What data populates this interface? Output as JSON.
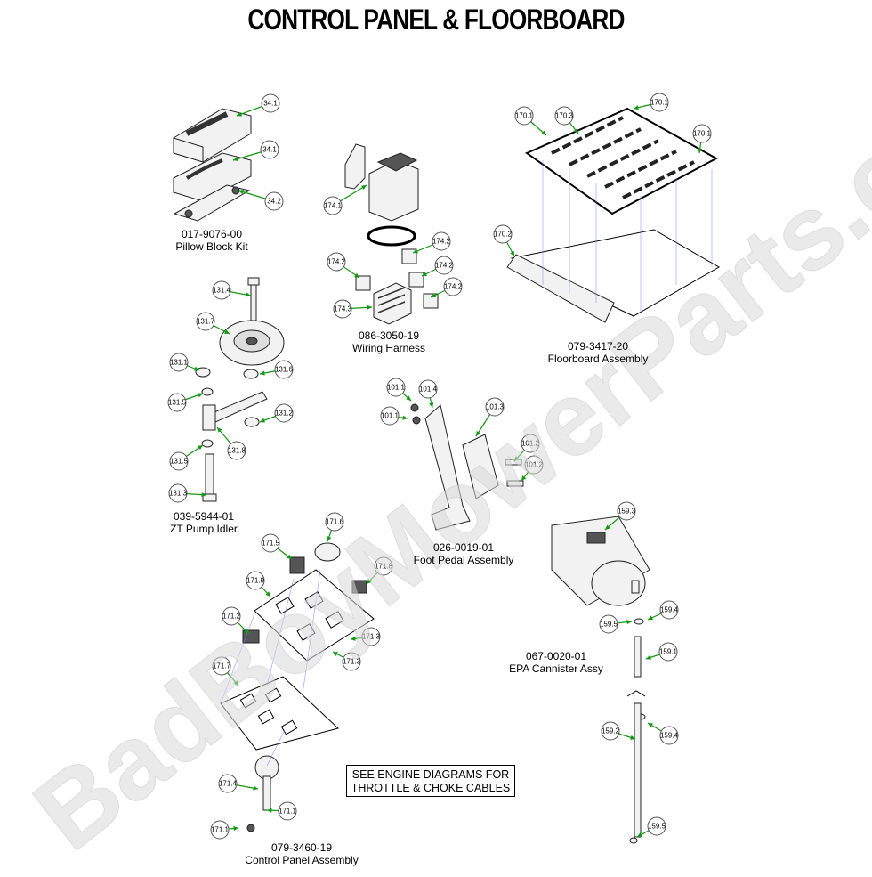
{
  "title": "CONTROL PANEL & FLOORBOARD",
  "watermark": "BadBoyMowerParts.com",
  "note": {
    "line1": "SEE ENGINE DIAGRAMS FOR",
    "line2": "THROTTLE & CHOKE CABLES"
  },
  "assemblies": [
    {
      "id": "pillow",
      "number": "017-9076-00",
      "name": "Pillow Block Kit"
    },
    {
      "id": "harness",
      "number": "086-3050-19",
      "name": "Wiring Harness"
    },
    {
      "id": "floor",
      "number": "079-3417-20",
      "name": "Floorboard Assembly"
    },
    {
      "id": "idler",
      "number": "039-5944-01",
      "name": "ZT Pump Idler"
    },
    {
      "id": "pedal",
      "number": "026-0019-01",
      "name": "Foot Pedal Assembly"
    },
    {
      "id": "epa",
      "number": "067-0020-01",
      "name": "EPA Cannister Assy"
    },
    {
      "id": "control",
      "number": "079-3460-19",
      "name": "Control Panel Assembly"
    }
  ],
  "callouts": [
    {
      "label": "34.1"
    },
    {
      "label": "34.1"
    },
    {
      "label": "34.2"
    },
    {
      "label": "174.1"
    },
    {
      "label": "174.2"
    },
    {
      "label": "174.2"
    },
    {
      "label": "174.2"
    },
    {
      "label": "174.2"
    },
    {
      "label": "174.3"
    },
    {
      "label": "170.1"
    },
    {
      "label": "170.3"
    },
    {
      "label": "170.1"
    },
    {
      "label": "170.1"
    },
    {
      "label": "170.2"
    },
    {
      "label": "131.4"
    },
    {
      "label": "131.7"
    },
    {
      "label": "131.1"
    },
    {
      "label": "131.6"
    },
    {
      "label": "131.5"
    },
    {
      "label": "131.2"
    },
    {
      "label": "131.8"
    },
    {
      "label": "131.5"
    },
    {
      "label": "131.3"
    },
    {
      "label": "101.1"
    },
    {
      "label": "101.4"
    },
    {
      "label": "101.3"
    },
    {
      "label": "101.1"
    },
    {
      "label": "101.2"
    },
    {
      "label": "101.2"
    },
    {
      "label": "159.3"
    },
    {
      "label": "159.5"
    },
    {
      "label": "159.4"
    },
    {
      "label": "159.1"
    },
    {
      "label": "159.2"
    },
    {
      "label": "159.4"
    },
    {
      "label": "159.5"
    },
    {
      "label": "171.6"
    },
    {
      "label": "171.5"
    },
    {
      "label": "171.8"
    },
    {
      "label": "171.9"
    },
    {
      "label": "171.2"
    },
    {
      "label": "171.3"
    },
    {
      "label": "171.3"
    },
    {
      "label": "171.7"
    },
    {
      "label": "171.4"
    },
    {
      "label": "171.1"
    },
    {
      "label": "171.1"
    }
  ]
}
